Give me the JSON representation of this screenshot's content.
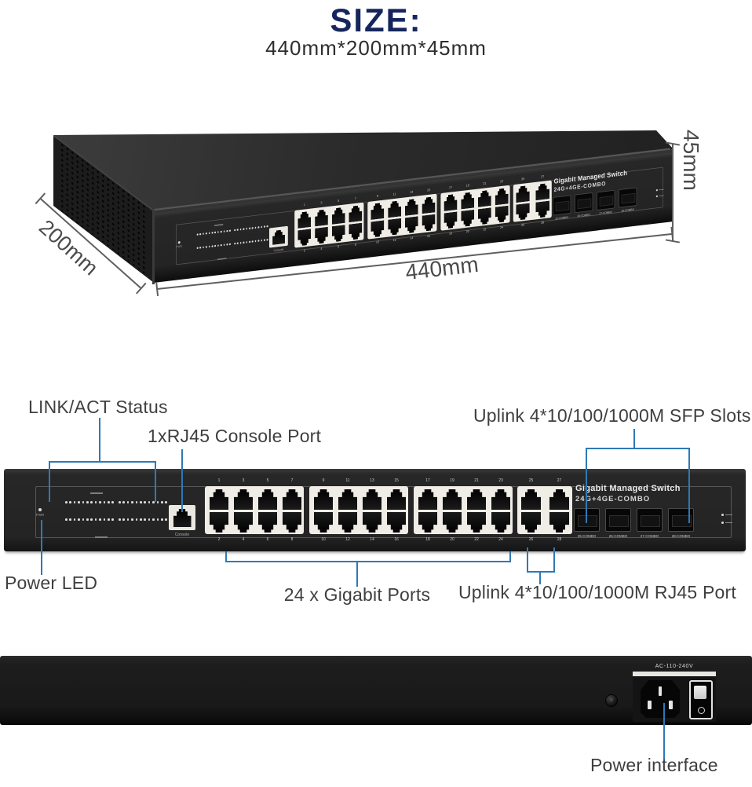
{
  "colors": {
    "accent": "#2e79b7",
    "title_navy": "#16265c",
    "label_gray": "#3f3f3f"
  },
  "size_section": {
    "title": "SIZE:",
    "dimensions": "440mm*200mm*45mm"
  },
  "iso_view": {
    "height_label": "45mm",
    "depth_label": "200mm",
    "width_label": "440mm"
  },
  "panel": {
    "pwr_led_label": "PWR",
    "console_label": "Console",
    "brand_line1": "Gigabit Managed Switch",
    "brand_line2": "24G+4GE-COMBO",
    "led_columns": 12,
    "led_rows": 2,
    "port_groups": [
      {
        "top": [
          "1",
          "3",
          "5",
          "7"
        ],
        "bottom": [
          "2",
          "4",
          "6",
          "8"
        ]
      },
      {
        "top": [
          "9",
          "11",
          "13",
          "15"
        ],
        "bottom": [
          "10",
          "12",
          "14",
          "16"
        ]
      },
      {
        "top": [
          "17",
          "19",
          "21",
          "23"
        ],
        "bottom": [
          "18",
          "20",
          "22",
          "24"
        ]
      }
    ],
    "uplink": {
      "top": [
        "25",
        "27"
      ],
      "bottom": [
        "26",
        "28"
      ]
    },
    "sfp_labels": [
      "25-COMBO",
      "26-COMBO",
      "27-COMBO",
      "28-COMBO"
    ]
  },
  "front_callouts": {
    "link_act": "LINK/ACT Status",
    "console": "1xRJ45 Console Port",
    "sfp": "Uplink 4*10/100/1000M SFP Slots",
    "power_led": "Power LED",
    "gigabit_ports": "24 x Gigabit Ports",
    "uplink_rj45": "Uplink 4*10/100/1000M RJ45 Port"
  },
  "back_view": {
    "power_rating": "AC-110-240V",
    "power_label": "Power interface"
  }
}
